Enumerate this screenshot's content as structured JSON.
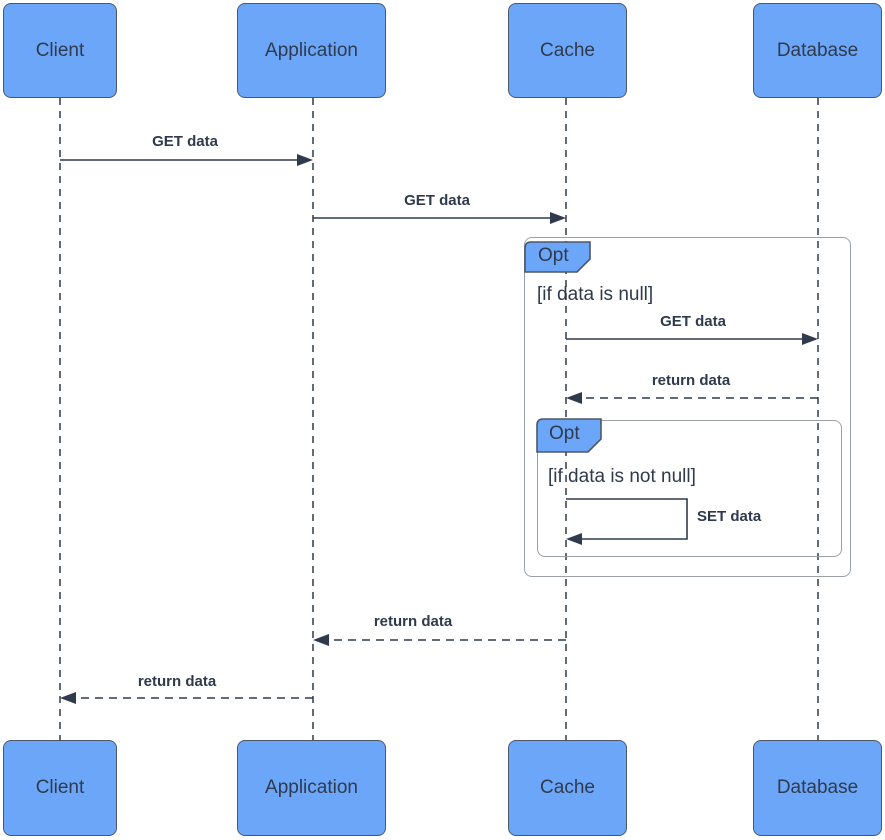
{
  "diagram_type": "uml-sequence",
  "actors": [
    {
      "name": "Client"
    },
    {
      "name": "Application"
    },
    {
      "name": "Cache"
    },
    {
      "name": "Database"
    }
  ],
  "messages": [
    {
      "label": "GET data",
      "from": "Client",
      "to": "Application",
      "style": "solid"
    },
    {
      "label": "GET data",
      "from": "Application",
      "to": "Cache",
      "style": "solid"
    },
    {
      "label": "GET data",
      "from": "Cache",
      "to": "Database",
      "style": "solid"
    },
    {
      "label": "return data",
      "from": "Database",
      "to": "Cache",
      "style": "dashed"
    },
    {
      "label": "SET data",
      "from": "Cache",
      "to": "Cache",
      "style": "self"
    },
    {
      "label": "return data",
      "from": "Cache",
      "to": "Application",
      "style": "dashed"
    },
    {
      "label": "return data",
      "from": "Application",
      "to": "Client",
      "style": "dashed"
    }
  ],
  "fragments": [
    {
      "operator": "Opt",
      "guard": "[if data is null]"
    },
    {
      "operator": "Opt",
      "guard": "[if data is not null]"
    }
  ],
  "colors": {
    "actor_fill": "#6CA6F8",
    "actor_border": "#4C5866",
    "text": "#2F3A4D",
    "arrow": "#2F3A4D",
    "fragment_border": "#9AA0A6",
    "background": "#FFFFFF"
  }
}
